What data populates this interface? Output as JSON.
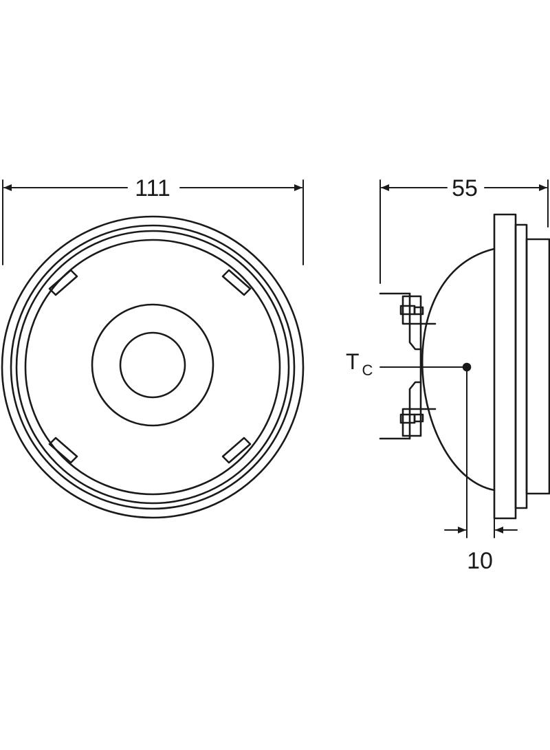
{
  "dimensions": {
    "diameter": "111",
    "length": "55",
    "offset": "10"
  },
  "labels": {
    "tc_main": "T",
    "tc_sub": "C"
  },
  "colors": {
    "line": "#1a1a1a",
    "background": "#ffffff"
  }
}
